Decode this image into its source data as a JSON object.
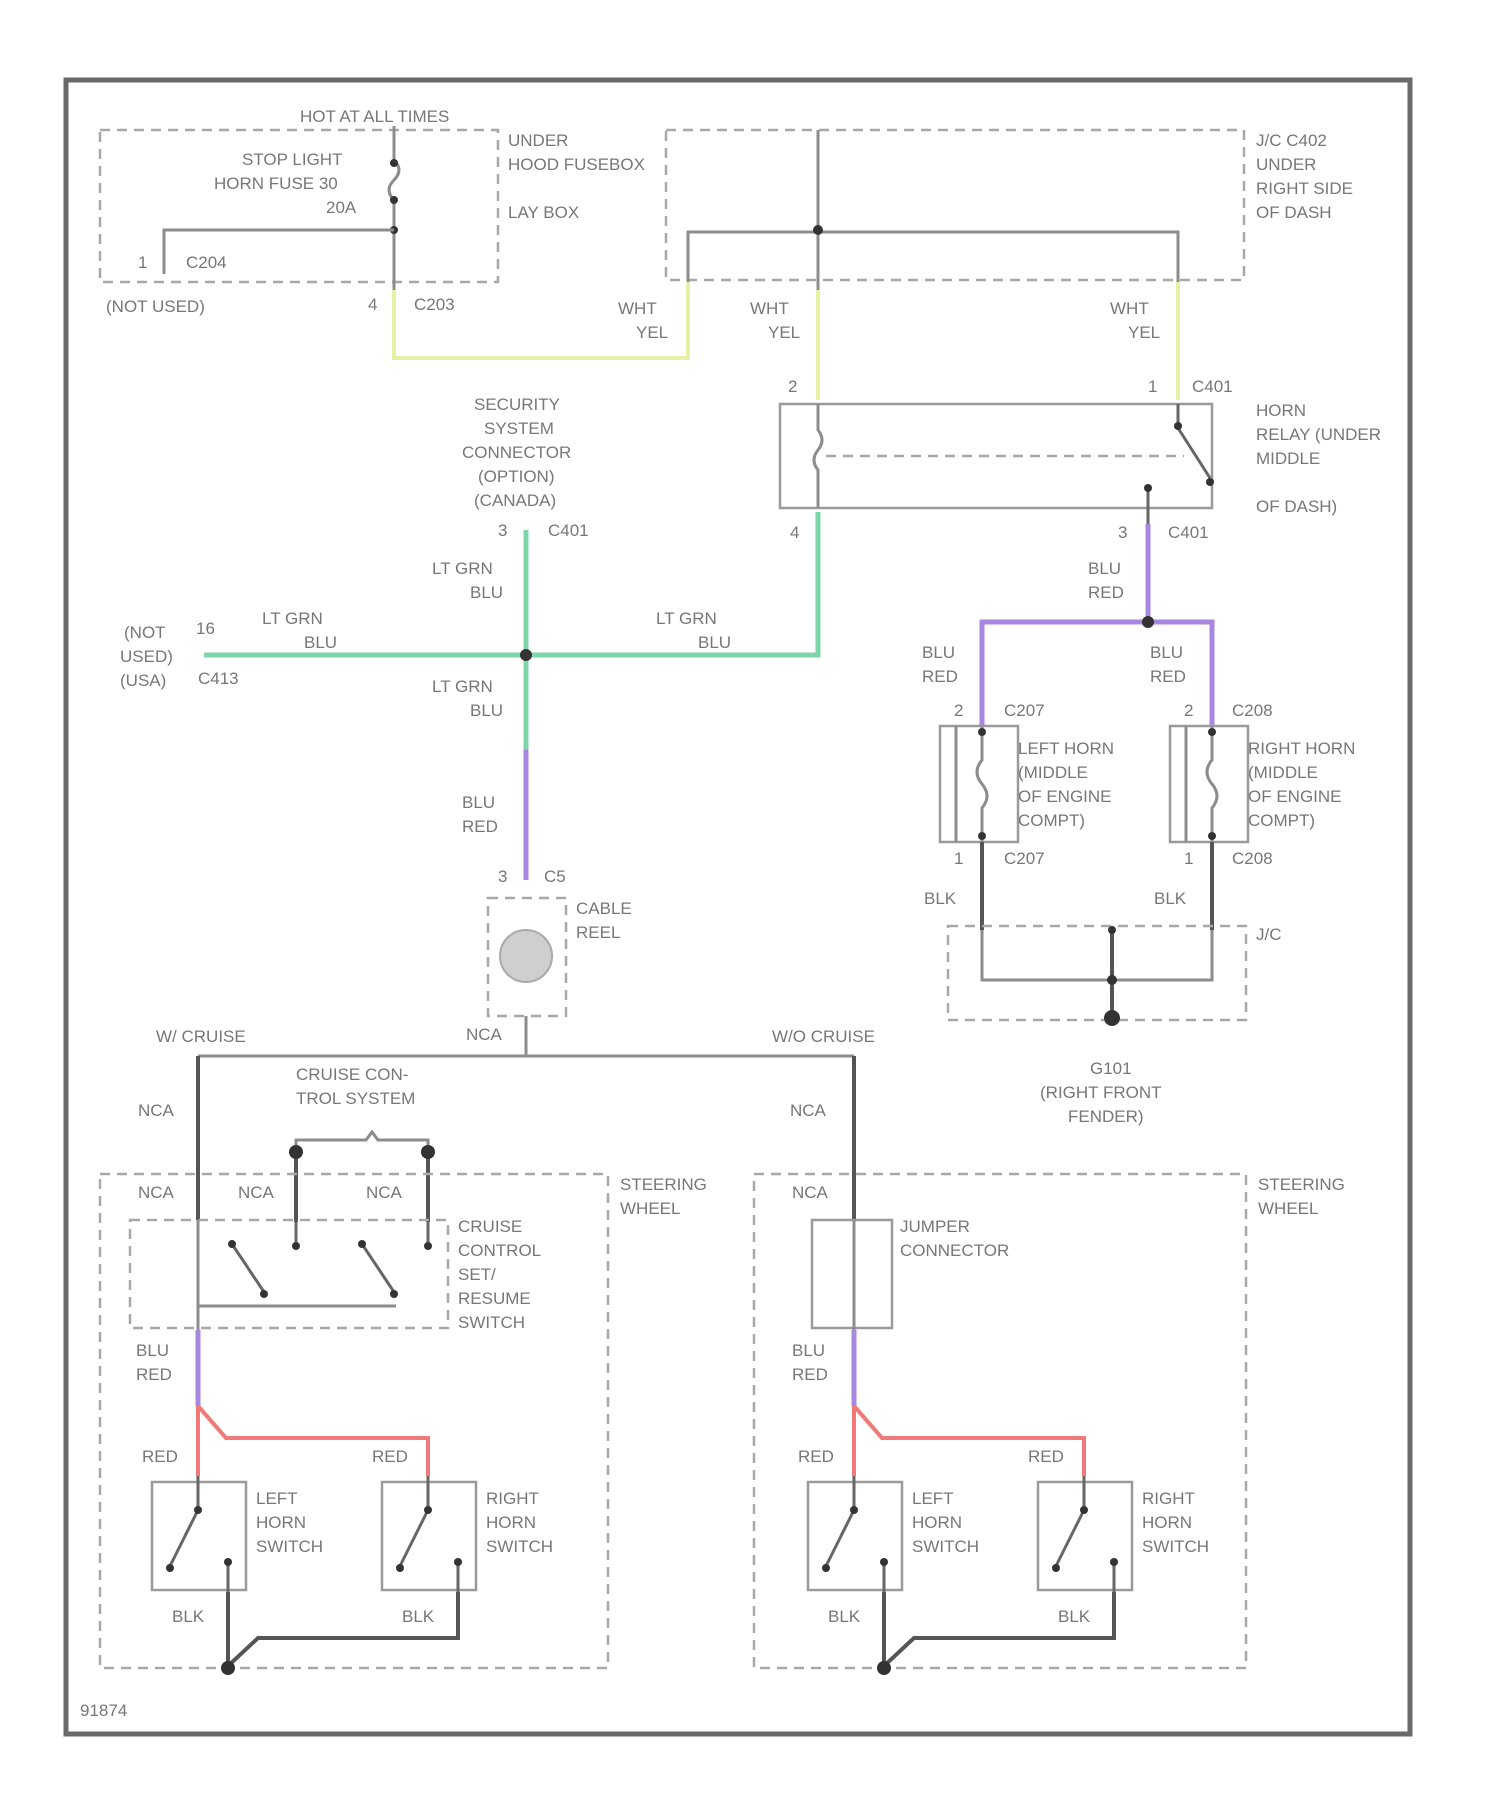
{
  "hot_label": "HOT AT ALL TIMES",
  "fuse": {
    "l1": "STOP LIGHT",
    "l2": "HORN FUSE 30",
    "l3": "20A"
  },
  "underhood": {
    "l1": "UNDER",
    "l2": "HOOD FUSEBOX",
    "l3": "LAY BOX"
  },
  "c204": "C204",
  "pin1": "1",
  "not_used": "(NOT USED)",
  "pin4": "4",
  "c203": "C203",
  "jc": {
    "l1": "J/C C402",
    "l2": "UNDER",
    "l3": "RIGHT SIDE",
    "l4": "OF DASH"
  },
  "wht": "WHT",
  "yel": "YEL",
  "relay": {
    "pin2": "2",
    "pin1": "1",
    "pin4": "4",
    "pin3": "3",
    "conn": "C401",
    "l1": "HORN",
    "l2": "RELAY (UNDER",
    "l3": "MIDDLE",
    "l4": "OF DASH)"
  },
  "security": {
    "l1": "SECURITY",
    "l2": "SYSTEM",
    "l3": "CONNECTOR",
    "l4": "(OPTION)",
    "l5": "(CANADA)",
    "pin": "3",
    "conn": "C401"
  },
  "ltgrn": "LT GRN",
  "blu": "BLU",
  "red": "RED",
  "blk": "BLK",
  "notused2": {
    "l1": "(NOT",
    "l2": "USED)",
    "l3": "(USA)",
    "pin": "16",
    "conn": "C413"
  },
  "cable": {
    "pin": "3",
    "conn": "C5",
    "l1": "CABLE",
    "l2": "REEL"
  },
  "nca": "NCA",
  "w_cruise": "W/ CRUISE",
  "wo_cruise": "W/O CRUISE",
  "cruise_sys": {
    "l1": "CRUISE CON-",
    "l2": "TROL SYSTEM"
  },
  "steering": {
    "l1": "STEERING",
    "l2": "WHEEL"
  },
  "cc_switch": {
    "l1": "CRUISE",
    "l2": "CONTROL",
    "l3": "SET/",
    "l4": "RESUME",
    "l5": "SWITCH"
  },
  "jumper": {
    "l1": "JUMPER",
    "l2": "CONNECTOR"
  },
  "lhs": {
    "l1": "LEFT",
    "l2": "HORN",
    "l3": "SWITCH"
  },
  "rhs": {
    "l1": "RIGHT",
    "l2": "HORN",
    "l3": "SWITCH"
  },
  "left_horn": {
    "l1": "LEFT HORN",
    "l2": "(MIDDLE",
    "l3": "OF ENGINE",
    "l4": "COMPT)",
    "c1": "C207",
    "pin2": "2",
    "pin1": "1"
  },
  "right_horn": {
    "l1": "RIGHT HORN",
    "l2": "(MIDDLE",
    "l3": "OF ENGINE",
    "l4": "COMPT)",
    "c1": "C208",
    "pin2": "2",
    "pin1": "1"
  },
  "jc2": "J/C",
  "ground": {
    "l1": "G101",
    "l2": "(RIGHT FRONT",
    "l3": "FENDER)"
  },
  "fig_id": "91874",
  "colors": {
    "green": "#7ed6a8",
    "purple": "#a887e0",
    "red": "#f07a7a",
    "yellow": "#e8f0a8"
  }
}
